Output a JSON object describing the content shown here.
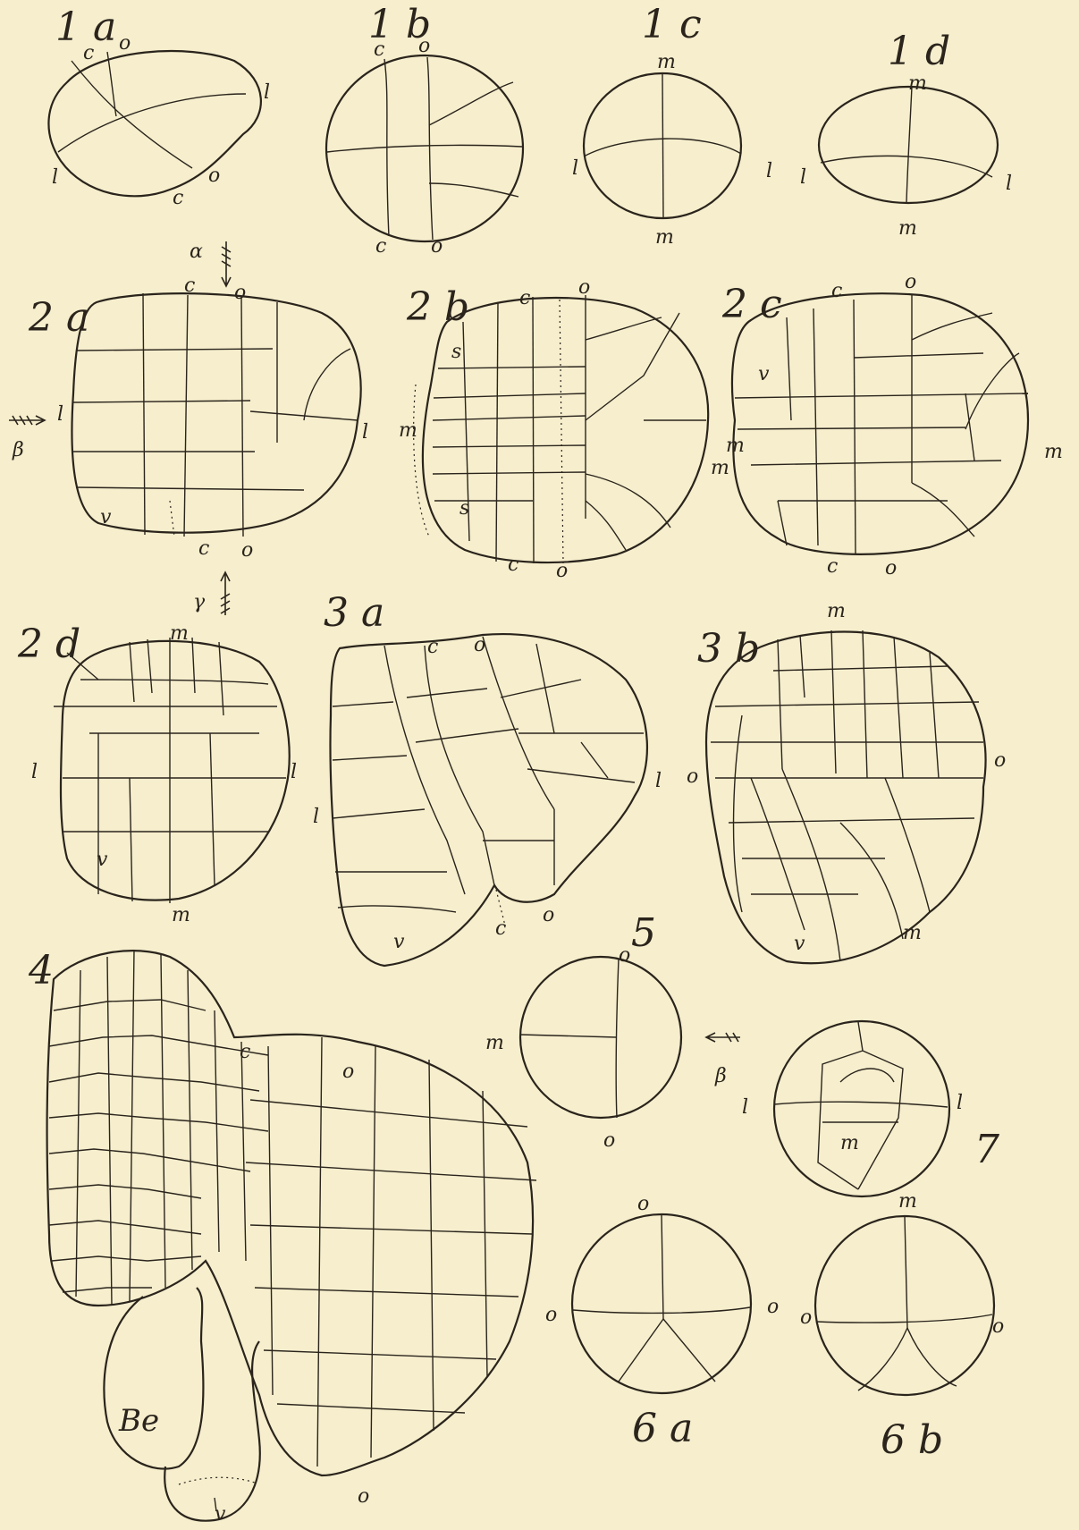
{
  "figures": {
    "f1a": {
      "label": "1 a",
      "marks": [
        "c",
        "o",
        "l",
        "l",
        "o",
        "c"
      ]
    },
    "f1b": {
      "label": "1 b",
      "marks": [
        "c",
        "o",
        "c",
        "o"
      ]
    },
    "f1c": {
      "label": "1 c",
      "marks": [
        "m",
        "l",
        "l",
        "m"
      ]
    },
    "f1d": {
      "label": "1 d",
      "marks": [
        "m",
        "l",
        "l",
        "m"
      ]
    },
    "f2a": {
      "label": "2 a",
      "marks": [
        "c",
        "o",
        "l",
        "l",
        "v",
        "c",
        "o"
      ]
    },
    "f2b": {
      "label": "2 b",
      "marks": [
        "c",
        "o",
        "s",
        "m",
        "m",
        "s",
        "c",
        "o"
      ]
    },
    "f2c": {
      "label": "2 c",
      "marks": [
        "c",
        "o",
        "v",
        "m",
        "m",
        "c",
        "o"
      ]
    },
    "f2d": {
      "label": "2 d",
      "marks": [
        "m",
        "l",
        "l",
        "v",
        "m"
      ]
    },
    "f3a": {
      "label": "3 a",
      "marks": [
        "c",
        "o",
        "l",
        "l",
        "v",
        "c",
        "o"
      ]
    },
    "f3b": {
      "label": "3 b",
      "marks": [
        "m",
        "o",
        "o",
        "v",
        "m"
      ]
    },
    "f4": {
      "label": "4",
      "marks": [
        "c",
        "o",
        "Be",
        "v",
        "o"
      ]
    },
    "f5": {
      "label": "5",
      "marks": [
        "o",
        "m",
        "o"
      ]
    },
    "f6a": {
      "label": "6 a",
      "marks": [
        "o",
        "o",
        "o"
      ]
    },
    "f6b": {
      "label": "6 b",
      "marks": [
        "m",
        "o",
        "o"
      ]
    },
    "f7": {
      "label": "7",
      "marks": [
        "l",
        "l",
        "m"
      ]
    }
  },
  "arrows": {
    "alpha": "α",
    "beta": "β",
    "gamma": "γ",
    "beta2": "β"
  }
}
